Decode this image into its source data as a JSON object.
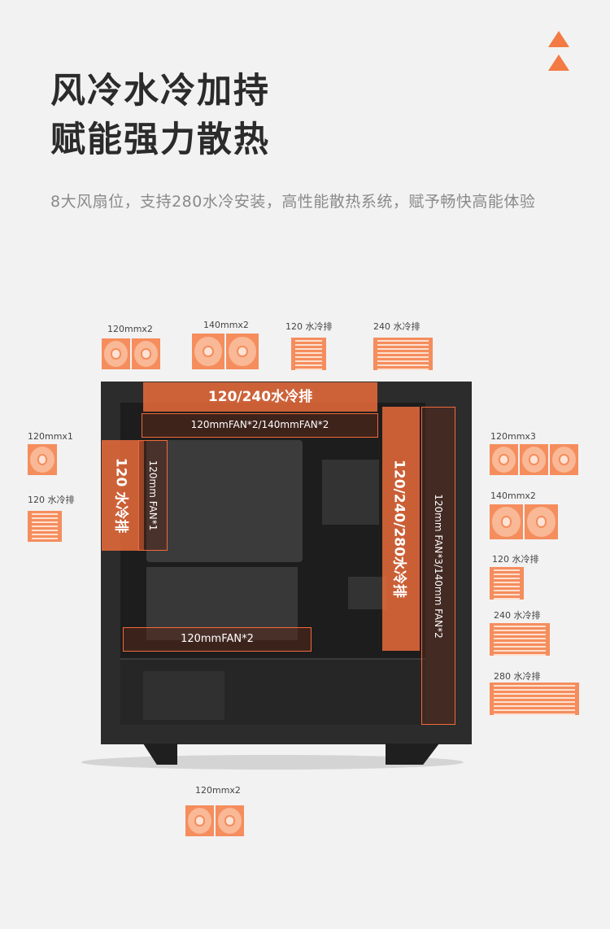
{
  "heading": {
    "line1": "风冷水冷加持",
    "line2": "赋能强力散热",
    "description": "8大风扇位，支持280水冷安装，高性能散热系统，赋予畅快高能体验"
  },
  "top_options": [
    {
      "label": "120mmx2"
    },
    {
      "label": "140mmx2"
    },
    {
      "label": "120 水冷排"
    },
    {
      "label": "240 水冷排"
    }
  ],
  "left_options": [
    {
      "label": "120mmx1"
    },
    {
      "label": "120 水冷排"
    }
  ],
  "right_options": [
    {
      "label": "120mmx3"
    },
    {
      "label": "140mmx2"
    },
    {
      "label": "120 水冷排"
    },
    {
      "label": "240 水冷排"
    },
    {
      "label": "280 水冷排"
    }
  ],
  "bottom_options": [
    {
      "label": "120mmx2"
    }
  ],
  "case_zones": {
    "top_radiator": "120/240水冷排",
    "top_fan": "120mmFAN*2/140mmFAN*2",
    "rear_radiator": "120 水冷排",
    "rear_fan": "120mm FAN*1",
    "front_radiator": "120/240/280水冷排",
    "front_fan": "120mm FAN*3/140mm FAN*2",
    "bottom_fan": "120mmFAN*2"
  },
  "colors": {
    "accent": "#f37a43",
    "background": "#f2f2f2",
    "case": "#2c2c2c"
  }
}
